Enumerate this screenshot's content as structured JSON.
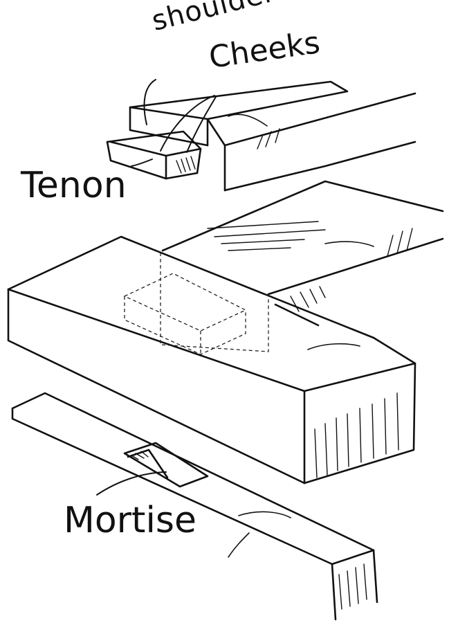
{
  "labels": {
    "shoulders": "shoulders-",
    "cheeks": "Cheeks",
    "tenon": "Tenon",
    "mortise": "Mortise"
  },
  "colors": {
    "ink": "#111111",
    "paper": "#ffffff"
  }
}
